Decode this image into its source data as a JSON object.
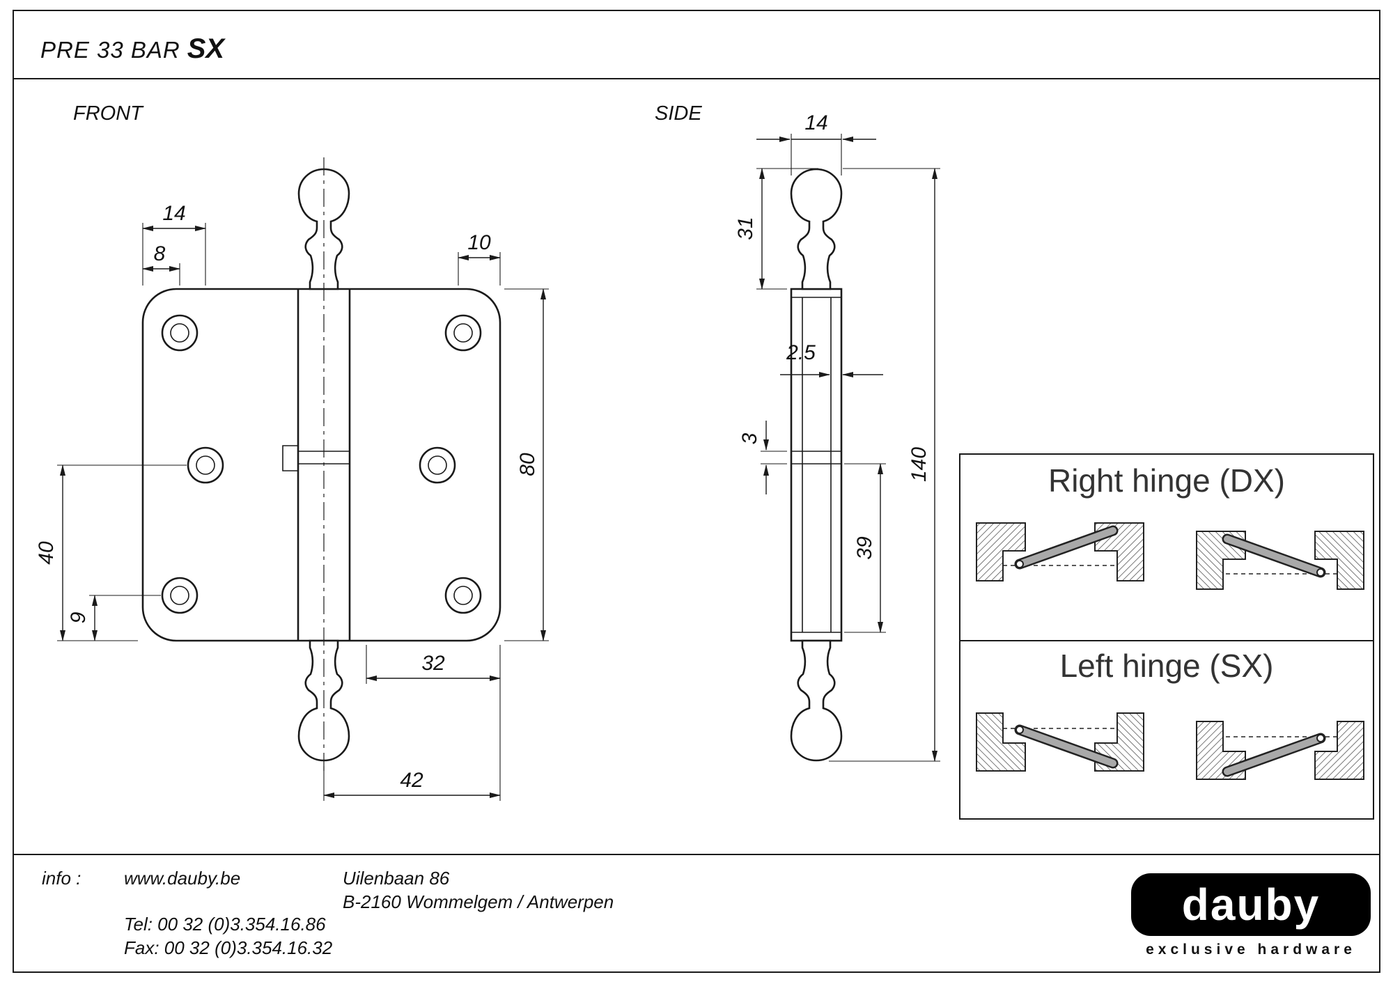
{
  "title": {
    "main": "PRE 33 BAR",
    "suffix": "SX"
  },
  "views": {
    "front": {
      "label": "FRONT",
      "dims": {
        "d14": "14",
        "d8": "8",
        "d10": "10",
        "d80": "80",
        "d40": "40",
        "d9": "9",
        "d32": "32",
        "d42": "42"
      }
    },
    "side": {
      "label": "SIDE",
      "dims": {
        "d14": "14",
        "d31": "31",
        "d25": "2.5",
        "d3": "3",
        "d39": "39",
        "d140": "140"
      }
    }
  },
  "orientation_panel": {
    "right_hinge_label": "Right hinge (DX)",
    "left_hinge_label": "Left hinge (SX)"
  },
  "footer": {
    "info_label": "info :",
    "website": "www.dauby.be",
    "tel": "Tel: 00 32 (0)3.354.16.86",
    "fax": "Fax: 00 32 (0)3.354.16.32",
    "address_line1": "Uilenbaan 86",
    "address_line2": "B-2160 Wommelgem / Antwerpen",
    "logo_text": "dauby",
    "logo_tagline": "exclusive hardware"
  },
  "colors": {
    "line": "#1a1a1a",
    "logo_bg": "#000000"
  }
}
